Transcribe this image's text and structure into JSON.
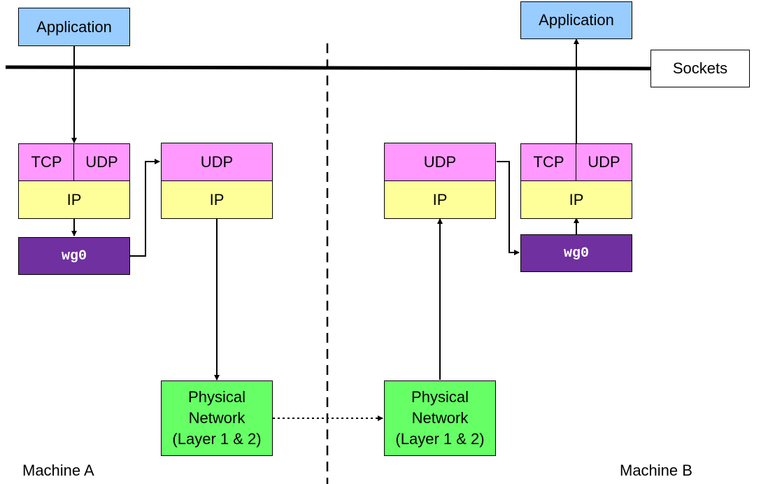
{
  "machine_a": {
    "label": "Machine A",
    "application": "Application",
    "tcp": "TCP",
    "udp": "UDP",
    "ip": "IP",
    "wg": "wg0",
    "tunnel_udp": "UDP",
    "tunnel_ip": "IP",
    "physical": "Physical\nNetwork\n(Layer 1 & 2)"
  },
  "machine_b": {
    "label": "Machine B",
    "application": "Application",
    "tcp": "TCP",
    "udp": "UDP",
    "ip": "IP",
    "wg": "wg0",
    "tunnel_udp": "UDP",
    "tunnel_ip": "IP",
    "physical": "Physical\nNetwork\n(Layer 1 & 2)"
  },
  "sockets_label": "Sockets",
  "colors": {
    "application": "#99ccff",
    "transport": "#ff99ff",
    "ip": "#ffff99",
    "wg": "#7030a0",
    "physical": "#66ff66"
  }
}
